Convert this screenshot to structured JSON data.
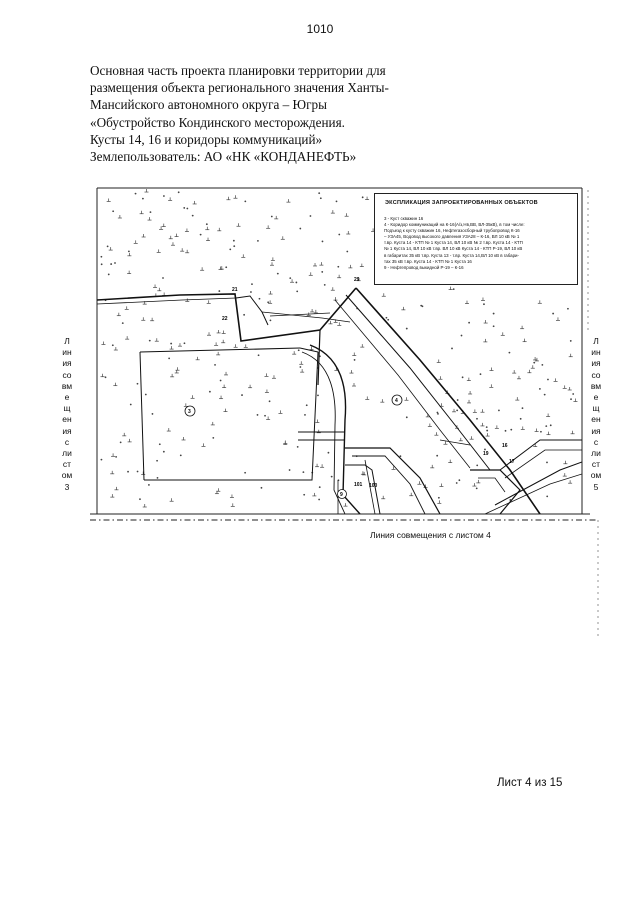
{
  "page_number": "1010",
  "title_lines": [
    "Основная часть проекта планировки территории для",
    "размещения объекта регионального значения Ханты-",
    "Мансийского автономного округа – Югры",
    "«Обустройство Кондинского месторождения.",
    "Кусты 14, 16 и коридоры коммуникаций»",
    "Землепользователь: АО «НК «КОНДАНЕФТЬ»"
  ],
  "left_side_label": [
    "Л",
    "ин",
    "ия",
    "со",
    "вм",
    "е",
    "щ",
    "ен",
    "ия",
    "с",
    "ли",
    "ст",
    "ом",
    "3"
  ],
  "right_side_label": [
    "Л",
    "ин",
    "ия",
    "со",
    "вм",
    "е",
    "щ",
    "ен",
    "ия",
    "с",
    "ли",
    "ст",
    "ом",
    "5"
  ],
  "legend": {
    "title": "ЭКСПЛИКАЦИЯ ЗАПРОЕКТИРОВАННЫХ ОБЪЕКТОВ",
    "items": [
      "3 - Куст скважин 16",
      "4 - Коридор коммуникаций на К-16(А/з,Нв,ВВ, ВЛ-35кВ), в том числе:",
      "Подъезд к кусту скважин 16, Нефтегазосборный трубопровод К-16",
      "– УЗА45, Водовод высокого давления УЗА28 – К-16,  ВЛ 10 кВ № 1",
      "т.вр. Куста 14 - КТП № 1 Куста 14, ВЛ 10 кВ № 2 т.вр. Куста 14 - КТП",
      "№ 1 Куста 14, ВЛ 10 кВ т.вр. ВЛ 10 кВ Куста 14 - КТП Р-19, ВЛ 10 кВ",
      "в габаритах 35 кВ т.вр. Куста 13 - т.вр. Куста 14,ВЛ 10 кВ в габари-",
      "тах 35 кВ т.вр. Куста 14 - КТП № 1 Куста 16",
      "9 - Нефтепровод выкидной Р-19 – К-16"
    ]
  },
  "map_labels": {
    "site_3": "3",
    "site_4": "4",
    "site_9": "9",
    "p21": "21",
    "p22": "22",
    "p29": "29",
    "p16": "16",
    "p17": "17",
    "p19": "19",
    "p101": "101",
    "p100": "100"
  },
  "bottom_caption": "Линия совмещения с листом 4",
  "sheet_label": "Лист 4 из 15"
}
